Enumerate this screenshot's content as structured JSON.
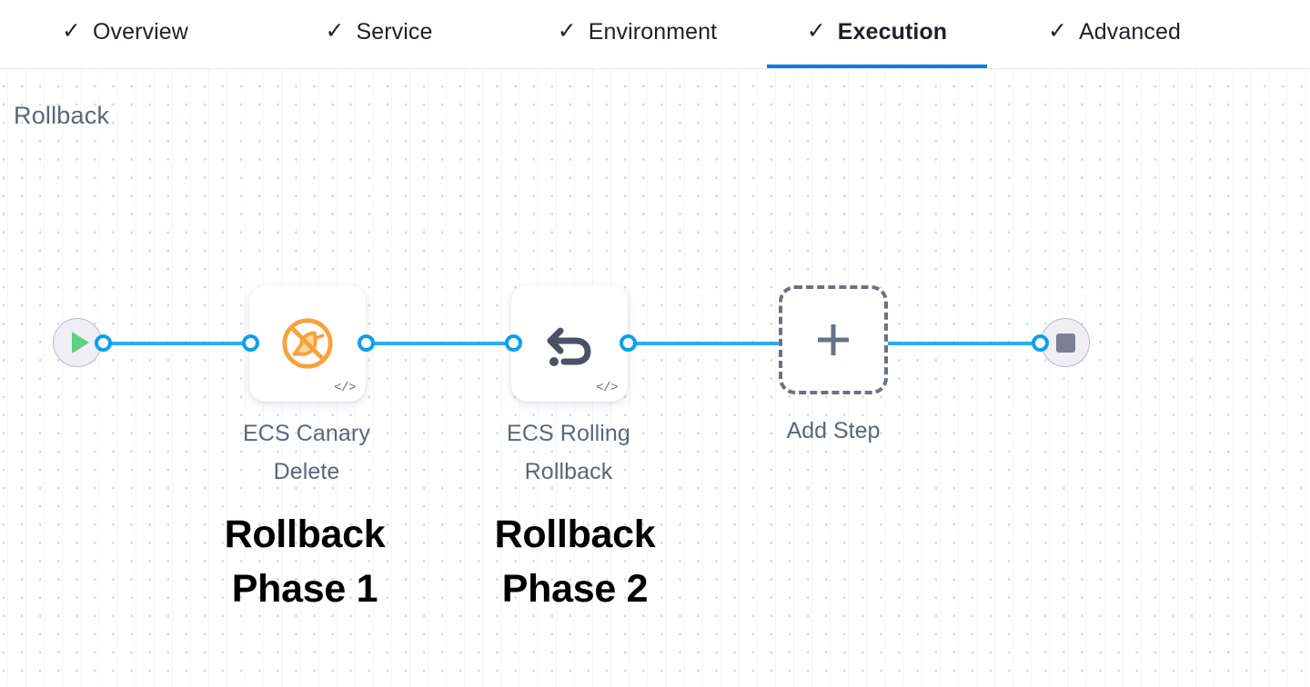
{
  "tabs": [
    {
      "label": "Overview",
      "icon": "check-icon",
      "check": "✓",
      "active": false
    },
    {
      "label": "Service",
      "icon": "check-icon",
      "check": "✓",
      "active": false
    },
    {
      "label": "Environment",
      "icon": "check-icon",
      "check": "✓",
      "active": false
    },
    {
      "label": "Execution",
      "icon": "check-icon",
      "check": "✓",
      "active": true
    },
    {
      "label": "Advanced",
      "icon": "check-icon",
      "check": "✓",
      "active": false
    }
  ],
  "stage": {
    "title": "Rollback"
  },
  "pipeline": {
    "start_node": {
      "icon": "play-icon"
    },
    "end_node": {
      "icon": "stop-icon"
    },
    "steps": [
      {
        "label": "ECS Canary\nDelete",
        "icon": "ecs-canary-delete-icon",
        "badge": "</>",
        "annotation": "Rollback\nPhase 1"
      },
      {
        "label": "ECS Rolling\nRollback",
        "icon": "ecs-rolling-rollback-icon",
        "badge": "</>",
        "annotation": "Rollback\nPhase 2"
      }
    ],
    "add_step": {
      "label": "Add Step",
      "icon": "plus-icon"
    }
  },
  "colors": {
    "accent_blue": "#0b7ce0",
    "edge_blue": "#2cabf2",
    "port_blue": "#0c9ff0",
    "canary_orange": "#f9a13a",
    "rollback_gray": "#4b5162",
    "play_green": "#5fd07f",
    "stop_gray": "#7d8095",
    "label_gray": "#5c6579",
    "annotation_black": "#000000"
  }
}
